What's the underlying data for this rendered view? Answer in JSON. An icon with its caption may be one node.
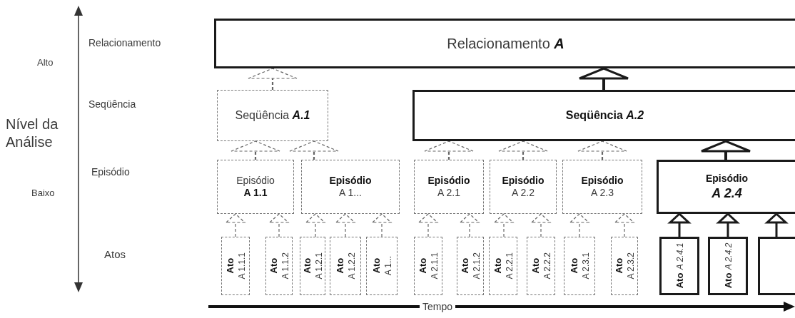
{
  "diagram": {
    "nodes": [
      {
        "text": [
          "Relacionamento **A**"
        ]
      },
      {
        "text": [
          "Seqüência **A.1**"
        ]
      },
      {
        "text": [
          "Seqüência *A.2*"
        ]
      },
      {
        "text": [
          "Episódio",
          "A 1.1"
        ]
      },
      {
        "text": [
          "Episódio",
          "A 1..."
        ]
      },
      {
        "text": [
          "Episódio",
          "A 2.1"
        ]
      },
      {
        "text": [
          "Episódio",
          "A 2.2"
        ]
      },
      {
        "text": [
          "Episódio",
          "A 2.3"
        ]
      },
      {
        "text": [
          "Episódio",
          "A 2.4"
        ]
      },
      {
        "text": [
          "Ato",
          "A 1.1.1"
        ]
      },
      {
        "text": [
          "Ato",
          "A 1.1.2"
        ]
      },
      {
        "text": [
          "Ato",
          "A 1.2.1"
        ]
      },
      {
        "text": [
          "Ato",
          "A 1.2.2"
        ]
      },
      {
        "text": [
          "Ato",
          "A 1..."
        ]
      },
      {
        "text": [
          "Ato",
          "A 2.1.1"
        ]
      },
      {
        "text": [
          "Ato",
          "A 2.1.2"
        ]
      },
      {
        "text": [
          "Ato",
          "A 2.2.1"
        ]
      },
      {
        "text": [
          "Ato",
          "A 2.2.2"
        ]
      },
      {
        "text": [
          "Ato",
          "A 2.3.1"
        ]
      },
      {
        "text": [
          "Ato",
          "A 2.3.2"
        ]
      },
      {
        "text": [
          "Ato",
          "A 2.4.1"
        ]
      },
      {
        "text": [
          "Ato",
          "A 2.4.2"
        ]
      },
      {
        "text": [],
        "shape": "box"
      }
    ],
    "edges": [
      {
        "from": 9,
        "to": 3,
        "arrow": "to",
        "style": "dashed"
      },
      {
        "from": 10,
        "to": 3,
        "arrow": "to",
        "style": "dashed"
      },
      {
        "from": 11,
        "to": 4,
        "arrow": "to",
        "style": "dashed"
      },
      {
        "from": 12,
        "to": 4,
        "arrow": "to",
        "style": "dashed"
      },
      {
        "from": 13,
        "to": 4,
        "arrow": "to",
        "style": "dashed"
      },
      {
        "from": 14,
        "to": 5,
        "arrow": "to",
        "style": "dashed"
      },
      {
        "from": 15,
        "to": 5,
        "arrow": "to",
        "style": "dashed"
      },
      {
        "from": 16,
        "to": 6,
        "arrow": "to",
        "style": "dashed"
      },
      {
        "from": 17,
        "to": 6,
        "arrow": "to",
        "style": "dashed"
      },
      {
        "from": 18,
        "to": 7,
        "arrow": "to",
        "style": "dashed"
      },
      {
        "from": 19,
        "to": 7,
        "arrow": "to",
        "style": "dashed"
      },
      {
        "from": 20,
        "to": 8,
        "arrow": "to",
        "style": "thick"
      },
      {
        "from": 21,
        "to": 8,
        "arrow": "to",
        "style": "thick"
      },
      {
        "from": 22,
        "to": 8,
        "arrow": "to",
        "style": "thick"
      },
      {
        "from": 3,
        "to": 1,
        "arrow": "to",
        "style": "dashed"
      },
      {
        "from": 4,
        "to": 1,
        "arrow": "to",
        "style": "dashed"
      },
      {
        "from": 5,
        "to": 2,
        "arrow": "to",
        "style": "dashed"
      },
      {
        "from": 6,
        "to": 2,
        "arrow": "to",
        "style": "dashed"
      },
      {
        "from": 7,
        "to": 2,
        "arrow": "to",
        "style": "dashed"
      },
      {
        "from": 8,
        "to": 2,
        "arrow": "to",
        "style": "thick"
      },
      {
        "from": 1,
        "to": 0,
        "arrow": "to",
        "style": "dashed"
      },
      {
        "from": 2,
        "to": 0,
        "arrow": "to",
        "style": "thick"
      }
    ],
    "labels": [
      "Alto",
      "Relacionamento",
      "Seqüência",
      "Nível da Análise",
      "Episódio",
      "Baixo",
      "Atos",
      "Tempo"
    ]
  }
}
